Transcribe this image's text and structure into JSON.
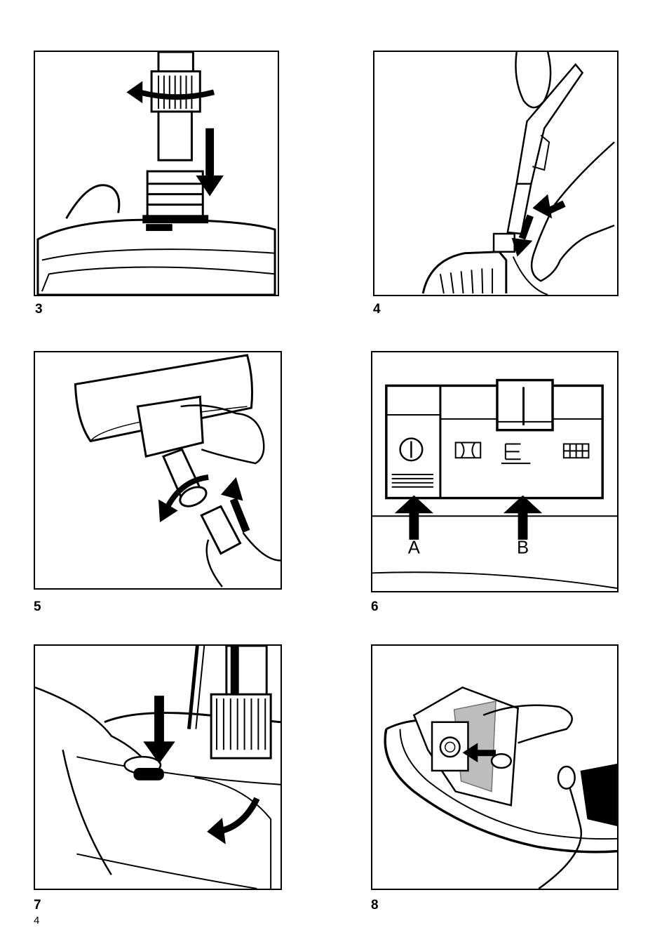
{
  "figures": [
    {
      "number": "3",
      "description": "hose-attach-twist"
    },
    {
      "number": "4",
      "description": "tube-release-button"
    },
    {
      "number": "5",
      "description": "nozzle-twist-attach"
    },
    {
      "number": "6",
      "description": "control-panel"
    },
    {
      "number": "7",
      "description": "cover-release"
    },
    {
      "number": "8",
      "description": "dust-bag-insert"
    }
  ],
  "control_panel": {
    "label_a": "A",
    "label_b": "B"
  },
  "page_number": "4",
  "colors": {
    "ink": "#000000",
    "paper": "#ffffff"
  }
}
